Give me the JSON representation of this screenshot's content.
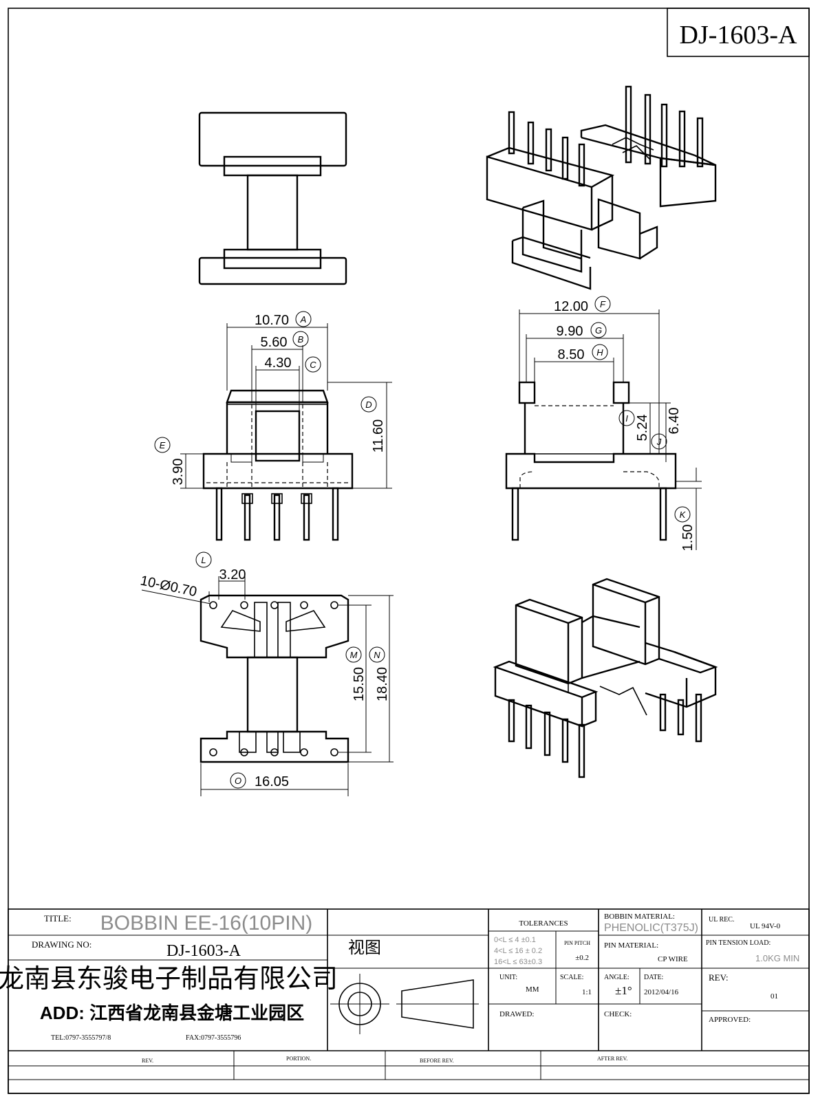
{
  "header": {
    "drawing_no_box": "DJ-1603-A"
  },
  "dimensions": {
    "A": {
      "letter": "A",
      "value": "10.70"
    },
    "B": {
      "letter": "B",
      "value": "5.60"
    },
    "C": {
      "letter": "C",
      "value": "4.30"
    },
    "D": {
      "letter": "D",
      "value": "11.60"
    },
    "E": {
      "letter": "E",
      "value": "3.90"
    },
    "F": {
      "letter": "F",
      "value": "12.00"
    },
    "G": {
      "letter": "G",
      "value": "9.90"
    },
    "H": {
      "letter": "H",
      "value": "8.50"
    },
    "I": {
      "letter": "I",
      "value": "5.24"
    },
    "J": {
      "letter": "J",
      "value": "6.40"
    },
    "K": {
      "letter": "K",
      "value": "1.50"
    },
    "L": {
      "letter": "L",
      "value": "3.20"
    },
    "L_holes": "10-Ø0.70",
    "M": {
      "letter": "M",
      "value": "15.50"
    },
    "N": {
      "letter": "N",
      "value": "18.40"
    },
    "O": {
      "letter": "O",
      "value": "16.05"
    }
  },
  "title_block": {
    "title_label": "TITLE:",
    "title_value": "BOBBIN  EE-16(10PIN)",
    "drawing_no_label": "DRAWING NO:",
    "drawing_no_value": "DJ-1603-A",
    "view_label": "视图",
    "company": "龙南县东骏电子制品有限公司",
    "address": "ADD: 江西省龙南县金塘工业园区",
    "tel": "TEL:0797-3555797/8",
    "fax": "FAX:0797-3555796",
    "tolerances_label": "TOLERANCES",
    "tol_1": "0<L ≤ 4  ±0.1",
    "tol_2": "4<L ≤ 16 ± 0.2",
    "tol_3": "16<L ≤ 63±0.3",
    "pin_pitch_label": "PIN PITCH",
    "pin_pitch_value": "±0.2",
    "bobbin_material_label": "BOBBIN MATERIAL:",
    "bobbin_material_value": "PHENOLIC(T375J)",
    "ul_rec_label": "UL REC.",
    "ul_rec_value": "UL  94V-0",
    "pin_material_label": "PIN MATERIAL:",
    "pin_material_value": "CP WIRE",
    "pin_tension_label": "PIN TENSION LOAD:",
    "pin_tension_value": "1.0KG MIN",
    "unit_label": "UNIT:",
    "unit_value": "MM",
    "scale_label": "SCALE:",
    "scale_value": "1:1",
    "angle_label": "ANGLE:",
    "angle_value": "±1°",
    "date_label": "DATE:",
    "date_value": "2012/04/16",
    "rev_label": "REV:",
    "rev_value": "01",
    "drawed_label": "DRAWED:",
    "check_label": "CHECK:",
    "approved_label": "APPROVED:",
    "footer_rev": "REV.",
    "footer_portion": "PORTION.",
    "footer_before": "BEFORE REV.",
    "footer_after": "AFTER REV."
  }
}
